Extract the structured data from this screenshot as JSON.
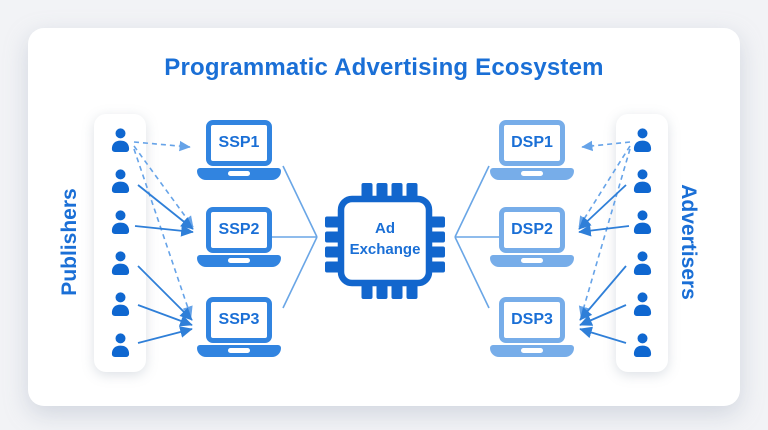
{
  "title": "Programmatic Advertising Ecosystem",
  "publishers": {
    "label": "Publishers",
    "count": 6,
    "icon": "person-icon"
  },
  "advertisers": {
    "label": "Advertisers",
    "count": 6,
    "icon": "person-icon"
  },
  "ssps": {
    "icon": "laptop-icon",
    "items": [
      "SSP1",
      "SSP2",
      "SSP3"
    ]
  },
  "dsps": {
    "icon": "laptop-icon",
    "items": [
      "DSP1",
      "DSP2",
      "DSP3"
    ]
  },
  "exchange": {
    "icon": "chip-icon",
    "line1": "Ad",
    "line2": "Exchange"
  },
  "connections": [
    {
      "from": "publisher-1",
      "to": "SSP1",
      "style": "dashed-arrow"
    },
    {
      "from": "publisher-1",
      "to": "SSP2",
      "style": "dashed-arrow"
    },
    {
      "from": "publisher-1",
      "to": "SSP3",
      "style": "dashed-arrow"
    },
    {
      "from": "publisher-2",
      "to": "SSP2",
      "style": "solid-arrow"
    },
    {
      "from": "publisher-3",
      "to": "SSP2",
      "style": "solid-arrow"
    },
    {
      "from": "publisher-4",
      "to": "SSP3",
      "style": "solid-arrow"
    },
    {
      "from": "publisher-5",
      "to": "SSP3",
      "style": "solid-arrow"
    },
    {
      "from": "publisher-6",
      "to": "SSP3",
      "style": "solid-arrow"
    },
    {
      "from": "advertiser-1",
      "to": "DSP1",
      "style": "dashed-arrow"
    },
    {
      "from": "advertiser-1",
      "to": "DSP2",
      "style": "dashed-arrow"
    },
    {
      "from": "advertiser-1",
      "to": "DSP3",
      "style": "dashed-arrow"
    },
    {
      "from": "advertiser-2",
      "to": "DSP2",
      "style": "solid-arrow"
    },
    {
      "from": "advertiser-3",
      "to": "DSP2",
      "style": "solid-arrow"
    },
    {
      "from": "advertiser-4",
      "to": "DSP3",
      "style": "solid-arrow"
    },
    {
      "from": "advertiser-5",
      "to": "DSP3",
      "style": "solid-arrow"
    },
    {
      "from": "advertiser-6",
      "to": "DSP3",
      "style": "solid-arrow"
    },
    {
      "from": "SSP1",
      "to": "ad-exchange",
      "style": "thin-line"
    },
    {
      "from": "SSP2",
      "to": "ad-exchange",
      "style": "thin-line"
    },
    {
      "from": "SSP3",
      "to": "ad-exchange",
      "style": "thin-line"
    },
    {
      "from": "DSP1",
      "to": "ad-exchange",
      "style": "thin-line"
    },
    {
      "from": "DSP2",
      "to": "ad-exchange",
      "style": "thin-line"
    },
    {
      "from": "DSP3",
      "to": "ad-exchange",
      "style": "thin-line"
    }
  ],
  "colors": {
    "title_blue": "#1a6fd6",
    "person_blue": "#0f67d0",
    "ssp_laptop_blue": "#3184e0",
    "dsp_laptop_blue": "#77ade9",
    "laptop_text_blue": "#1a6fd6",
    "chip_blue": "#1266cd",
    "solid_line_blue": "#2f7fd8",
    "dashed_line_blue": "#66a3e8",
    "connector_line_blue": "#6aa6e6",
    "card_bg": "#ffffff",
    "page_bg": "#f2f3f6"
  }
}
